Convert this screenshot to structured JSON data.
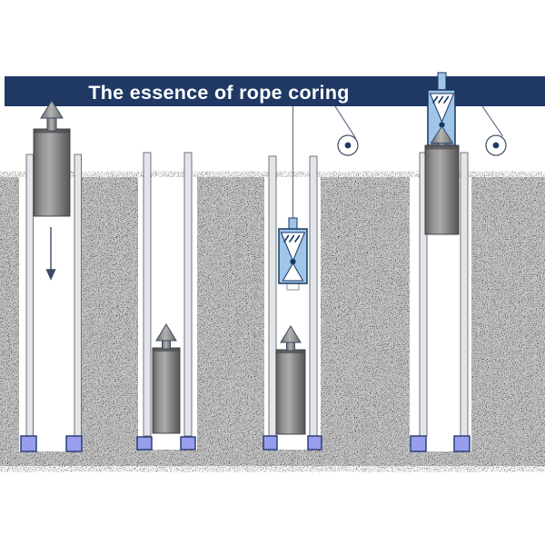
{
  "title_bar": {
    "text": "The essence of rope coring"
  },
  "colors": {
    "bar": "#1f3864",
    "title_text": "#ffffff",
    "ground_base": "#c9c9c9",
    "casing_fill": "#e2e5e9",
    "casing_stroke": "#707479",
    "bit_fill": "#989ded",
    "bit_stroke": "#24386f",
    "overshot_fill": "#9fc5e8",
    "overshot_stroke": "#17365d",
    "rope": "#66748c",
    "pulley_stroke": "#46526d",
    "pulley_dot": "#1f3864",
    "arrow": "#3d4a63"
  },
  "icons": {
    "pulley": "circle-with-center-dot",
    "spearhead": "up-arrow-on-barrel",
    "descend": "thin-down-arrow",
    "overshot": "funnel-latch-with-hatch-marks"
  }
}
